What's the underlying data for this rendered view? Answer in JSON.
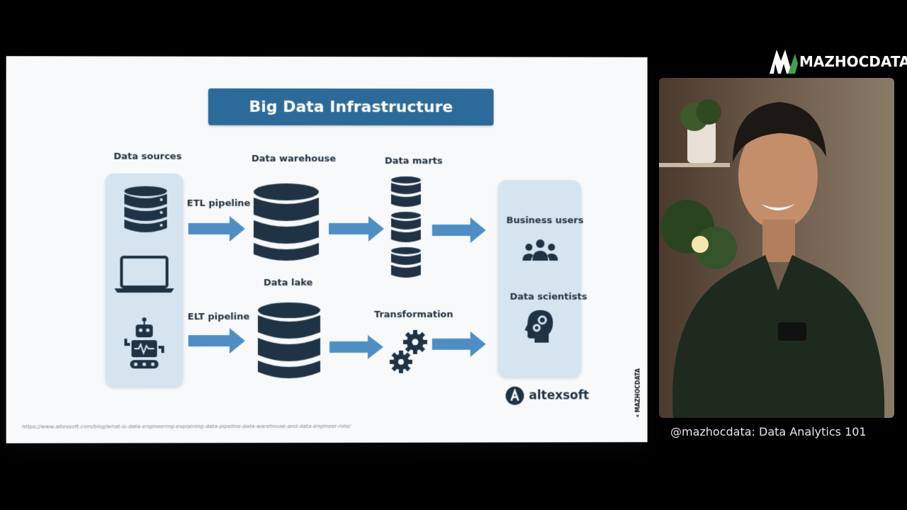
{
  "slide": {
    "title": "Big Data Infrastructure",
    "labels": {
      "data_sources": "Data sources",
      "data_warehouse": "Data warehouse",
      "data_marts": "Data marts",
      "etl_pipeline": "ETL pipeline",
      "elt_pipeline": "ELT pipeline",
      "data_lake": "Data lake",
      "transformation": "Transformation",
      "business_users": "Business users",
      "data_scientists": "Data scientists"
    },
    "source_url": "https://www.altexsoft.com/blog/what-is-data-engineering-explaining-data-pipeline-data-warehouse-and-data-engineer-role/",
    "partner_logo": "altexsoft",
    "side_logo": "MAZHOCDATA",
    "colors": {
      "title_bar": "#2c6a9a",
      "icon": "#1f3344",
      "arrow": "#4f8ec3",
      "card": "#d6e4ef"
    }
  },
  "video": {
    "brand": "MAZHOCDATA",
    "caption": "@mazhocdata: Data Analytics 101"
  }
}
